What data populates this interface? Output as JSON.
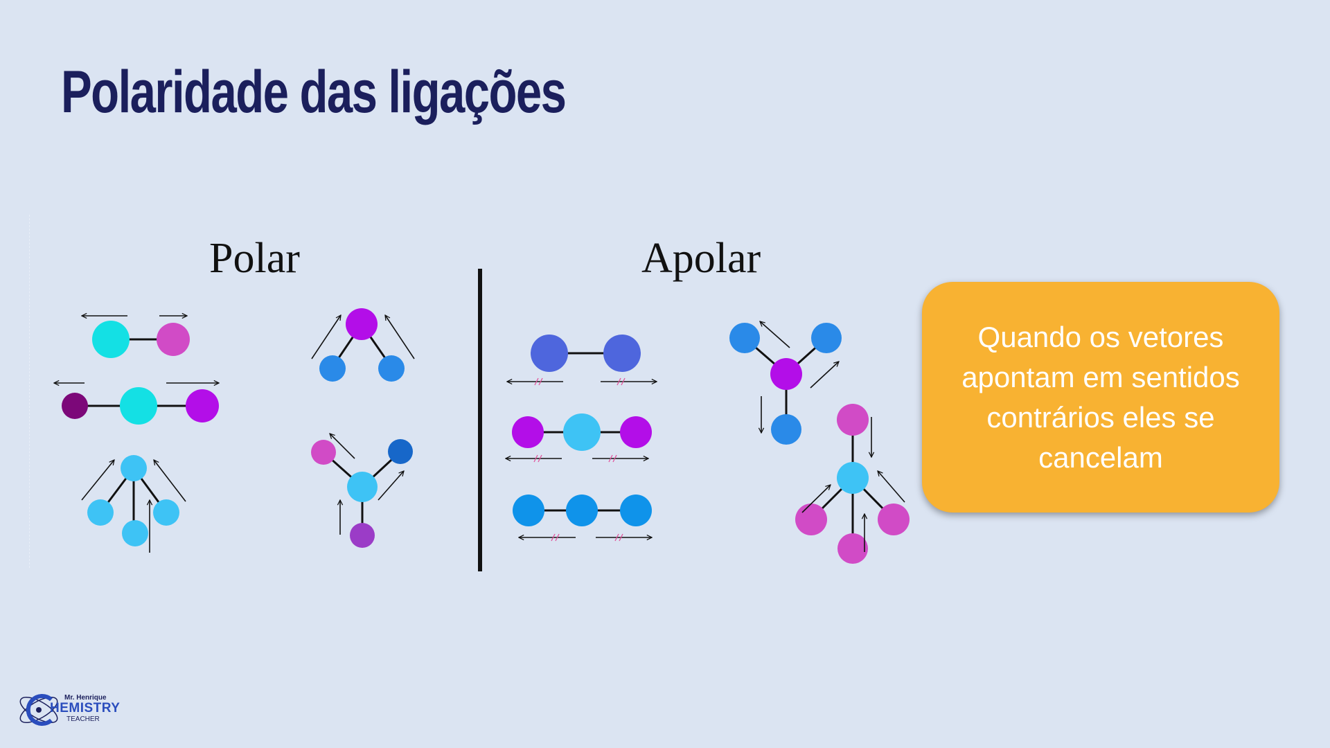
{
  "title": "Polaridade das ligações",
  "headings": {
    "polar": "Polar",
    "apolar": "Apolar"
  },
  "callout": {
    "text": "Quando os vetores apontam em sentidos contrários eles se cancelam"
  },
  "logo": {
    "top": "Mr. Henrique",
    "main": "HEMISTRY",
    "sub": "TEACHER"
  },
  "colors": {
    "background": "#dbe4f2",
    "title": "#1b1f5c",
    "callout": "#f8b232",
    "cyan": "#14e0e4",
    "pink": "#d14bc6",
    "magenta": "#b30ee8",
    "plum": "#7c0879",
    "sky": "#3ec3f5",
    "blue": "#2a8ae8",
    "royal": "#4e66dd",
    "azure": "#0f93ea",
    "violet": "#9b3cc7",
    "navy": "#1767c9",
    "hash": "#e0559b"
  }
}
